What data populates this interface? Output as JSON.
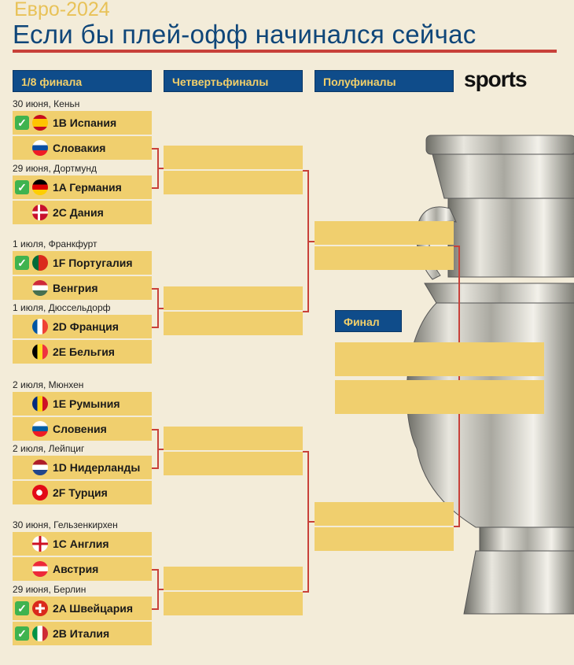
{
  "header": {
    "kicker": "Евро-2024",
    "title": "Если бы плей-офф начинался сейчас",
    "logo": "sports"
  },
  "columns": {
    "r16": "1/8 финала",
    "qf": "Четвертьфиналы",
    "sf": "Полуфиналы",
    "final": "Финал"
  },
  "matches": [
    {
      "date": "30 июня, Кеньн",
      "teams": [
        {
          "label": "1B Испания",
          "flag": "spain-flag",
          "checked": true
        },
        {
          "label": "Словакия",
          "flag": "slovakia-flag",
          "checked": false
        }
      ]
    },
    {
      "date": "29 июня, Дортмунд",
      "teams": [
        {
          "label": "1A Германия",
          "flag": "germany-flag",
          "checked": true
        },
        {
          "label": "2C Дания",
          "flag": "denmark-flag",
          "checked": false
        }
      ]
    },
    {
      "date": "1 июля, Франкфурт",
      "teams": [
        {
          "label": "1F Португалия",
          "flag": "portugal-flag",
          "checked": true
        },
        {
          "label": "Венгрия",
          "flag": "hungary-flag",
          "checked": false
        }
      ]
    },
    {
      "date": "1 июля, Дюссельдорф",
      "teams": [
        {
          "label": "2D Франция",
          "flag": "france-flag",
          "checked": false
        },
        {
          "label": "2E Бельгия",
          "flag": "belgium-flag",
          "checked": false
        }
      ]
    },
    {
      "date": "2 июля, Мюнхен",
      "teams": [
        {
          "label": "1E Румыния",
          "flag": "romania-flag",
          "checked": false
        },
        {
          "label": "Словения",
          "flag": "slovenia-flag",
          "checked": false
        }
      ]
    },
    {
      "date": "2 июля, Лейпциг",
      "teams": [
        {
          "label": "1D Нидерланды",
          "flag": "netherlands-flag",
          "checked": false
        },
        {
          "label": "2F Турция",
          "flag": "turkey-flag",
          "checked": false
        }
      ]
    },
    {
      "date": "30 июня, Гельзенкирхен",
      "teams": [
        {
          "label": "1C Англия",
          "flag": "england-flag",
          "checked": false
        },
        {
          "label": "Австрия",
          "flag": "austria-flag",
          "checked": false
        }
      ]
    },
    {
      "date": "29 июня, Берлин",
      "teams": [
        {
          "label": "2A Швейцария",
          "flag": "switzerland-flag",
          "checked": true
        },
        {
          "label": "2B Италия",
          "flag": "italy-flag",
          "checked": true
        }
      ]
    }
  ],
  "colors": {
    "accent": "#0f4c8a",
    "slot": "#f0cf6e",
    "line": "#c8413a",
    "check": "#3fb34f"
  }
}
